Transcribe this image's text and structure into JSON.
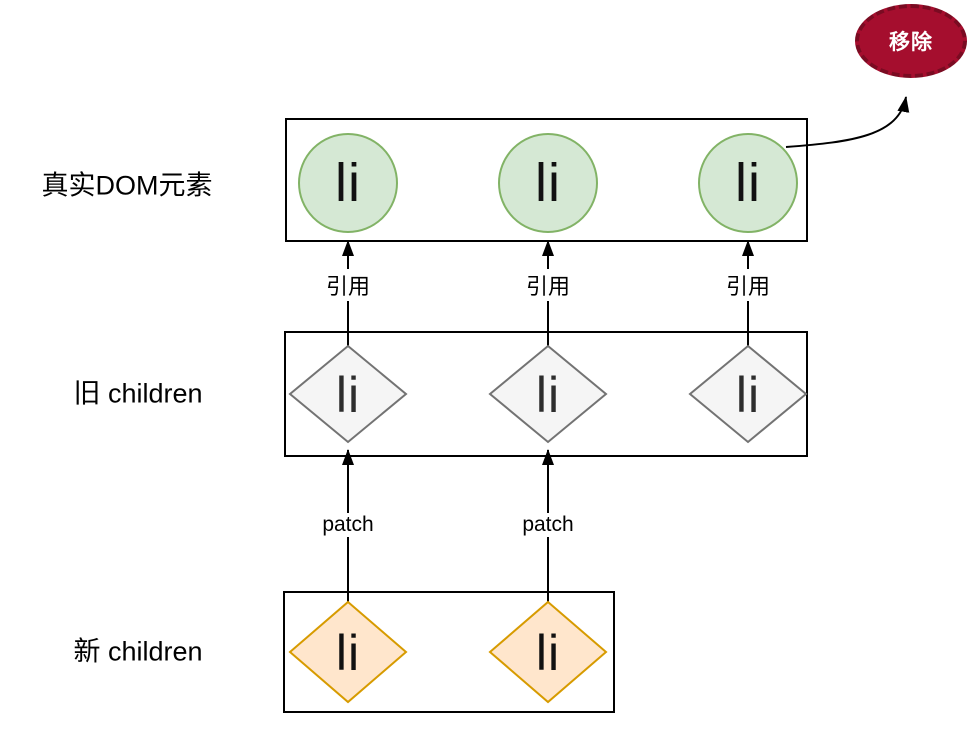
{
  "rows": {
    "real_dom": {
      "label": "真实DOM元素",
      "nodes": [
        "li",
        "li",
        "li"
      ]
    },
    "old_children": {
      "label": "旧 children",
      "nodes": [
        "li",
        "li",
        "li"
      ]
    },
    "new_children": {
      "label": "新 children",
      "nodes": [
        "li",
        "li"
      ]
    }
  },
  "edges": {
    "reference_labels": [
      "引用",
      "引用",
      "引用"
    ],
    "patch_labels": [
      "patch",
      "patch"
    ]
  },
  "remove_badge": {
    "label": "移除"
  },
  "colors": {
    "dom_node_fill": "#d5e8d4",
    "dom_node_stroke": "#82b366",
    "old_node_fill": "#f5f5f5",
    "old_node_stroke": "#737373",
    "new_node_fill": "#ffe6cc",
    "new_node_stroke": "#d79b00",
    "remove_fill": "#a50e2e",
    "remove_stroke": "#7a0b22",
    "arrow": "#000000",
    "box_border": "#000000"
  }
}
